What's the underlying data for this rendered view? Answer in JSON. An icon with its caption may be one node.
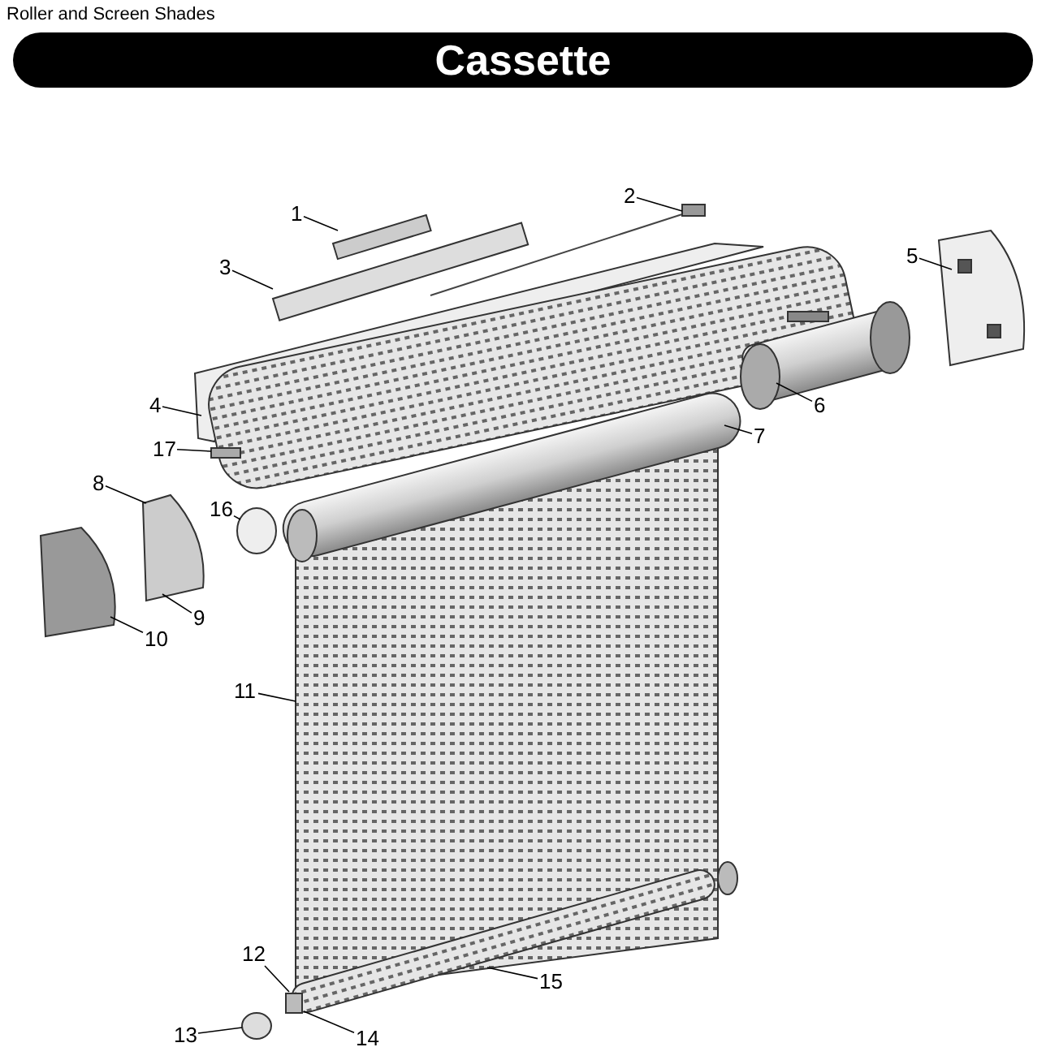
{
  "diagram": {
    "title": "Cassette",
    "nodes": [
      {
        "text": [
          "1"
        ]
      },
      {
        "text": [
          "2"
        ]
      },
      {
        "text": [
          "3"
        ]
      },
      {
        "text": [
          "4"
        ]
      },
      {
        "text": [
          "5"
        ]
      },
      {
        "text": [
          "6"
        ]
      },
      {
        "text": [
          "7"
        ]
      },
      {
        "text": [
          "8"
        ]
      },
      {
        "text": [
          "9"
        ]
      },
      {
        "text": [
          "10"
        ]
      },
      {
        "text": [
          "11"
        ]
      },
      {
        "text": [
          "12"
        ]
      },
      {
        "text": [
          "13"
        ]
      },
      {
        "text": [
          "14"
        ]
      },
      {
        "text": [
          "15"
        ]
      },
      {
        "text": [
          "16"
        ]
      },
      {
        "text": [
          "17"
        ]
      }
    ],
    "edges": [
      {
        "from": 0,
        "to": null,
        "arrow": "none"
      },
      {
        "from": 1,
        "to": null,
        "arrow": "none"
      },
      {
        "from": 2,
        "to": null,
        "arrow": "none"
      },
      {
        "from": 3,
        "to": null,
        "arrow": "none"
      },
      {
        "from": 4,
        "to": null,
        "arrow": "none"
      },
      {
        "from": 5,
        "to": null,
        "arrow": "none"
      },
      {
        "from": 6,
        "to": null,
        "arrow": "none"
      },
      {
        "from": 7,
        "to": null,
        "arrow": "none"
      },
      {
        "from": 8,
        "to": null,
        "arrow": "none"
      },
      {
        "from": 9,
        "to": null,
        "arrow": "none"
      },
      {
        "from": 10,
        "to": null,
        "arrow": "none"
      },
      {
        "from": 11,
        "to": null,
        "arrow": "none"
      },
      {
        "from": 12,
        "to": null,
        "arrow": "none"
      },
      {
        "from": 13,
        "to": null,
        "arrow": "none"
      },
      {
        "from": 14,
        "to": null,
        "arrow": "none"
      },
      {
        "from": 15,
        "to": null,
        "arrow": "none"
      },
      {
        "from": 16,
        "to": null,
        "arrow": "none"
      }
    ],
    "labels": [
      "Roller and Screen Shades"
    ]
  }
}
